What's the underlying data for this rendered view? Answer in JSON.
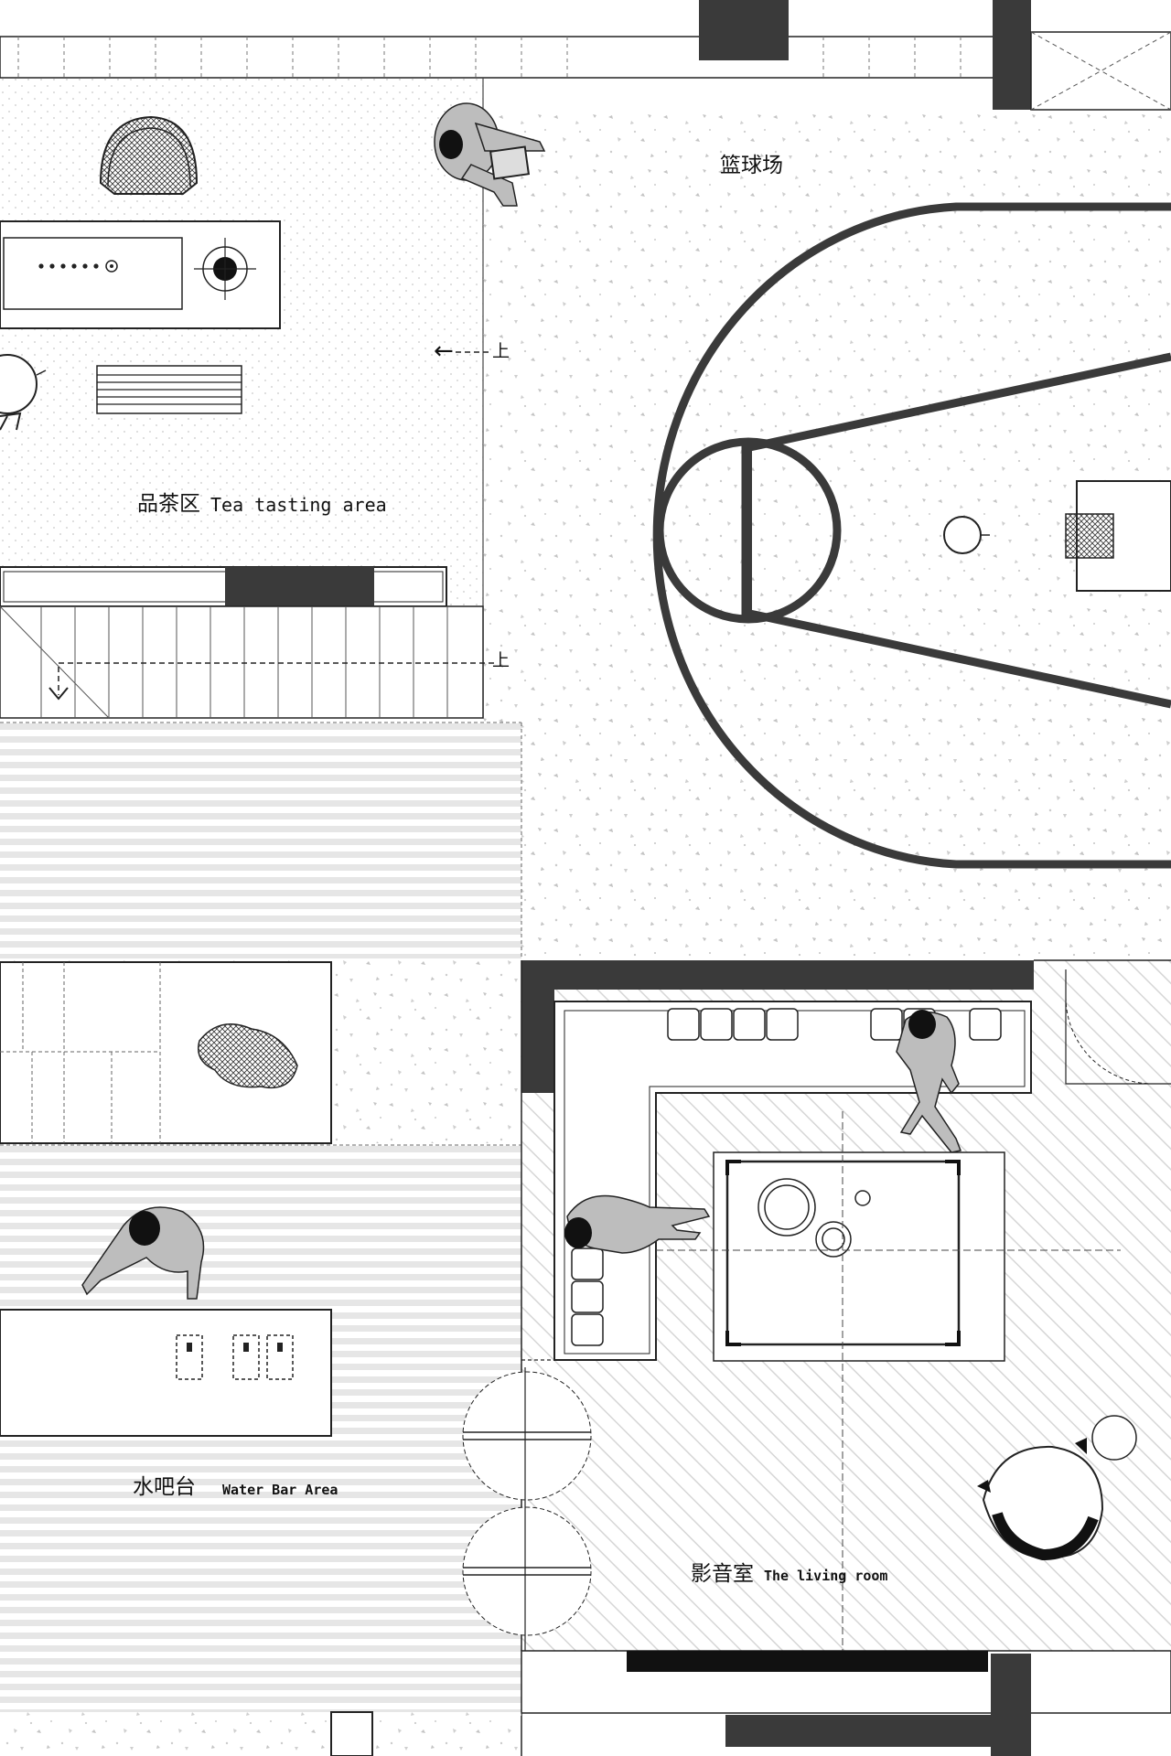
{
  "areas": {
    "basketball": {
      "label_cn": "篮球场"
    },
    "tea": {
      "label_cn": "品茶区",
      "label_en": "Tea tasting area"
    },
    "water_bar": {
      "label_cn": "水吧台",
      "label_en": "Water Bar Area"
    },
    "living": {
      "label_cn": "影音室",
      "label_en": "The living room"
    }
  },
  "stairs": {
    "up_label": "上"
  },
  "colors": {
    "wall": "#3a3a3a",
    "line": "#222222",
    "speckle": "#c8c8c8",
    "stripe": "#dcdcdc"
  }
}
